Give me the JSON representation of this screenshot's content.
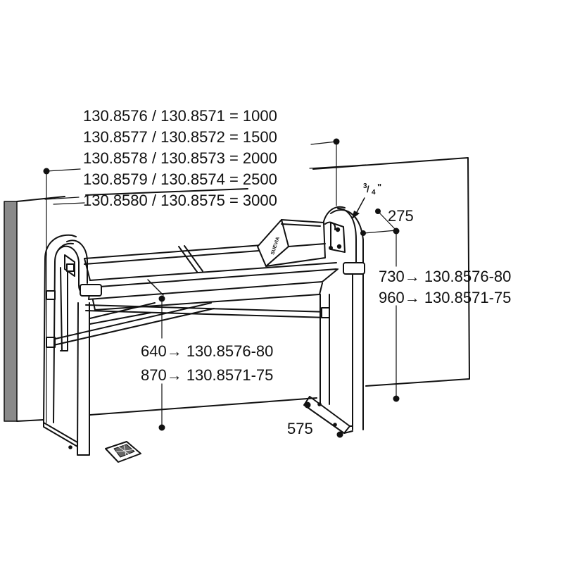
{
  "length_table": [
    "130.8576 / 130.8571 = 1000",
    "130.8577 / 130.8572 = 1500",
    "130.8578 / 130.8573 = 2000",
    "130.8579 / 130.8574 = 2500",
    "130.8580 / 130.8575 = 3000"
  ],
  "pipe_size": {
    "numerator": "3",
    "denominator": "4",
    "unit": "\""
  },
  "depth_top": "275",
  "height_right": [
    "730→ 130.8576-80",
    "960→ 130.8571-75"
  ],
  "height_trough": [
    "640→ 130.8576-80",
    "870→ 130.8571-75"
  ],
  "foot_depth": "575",
  "brand_mark": "SUEVIA"
}
